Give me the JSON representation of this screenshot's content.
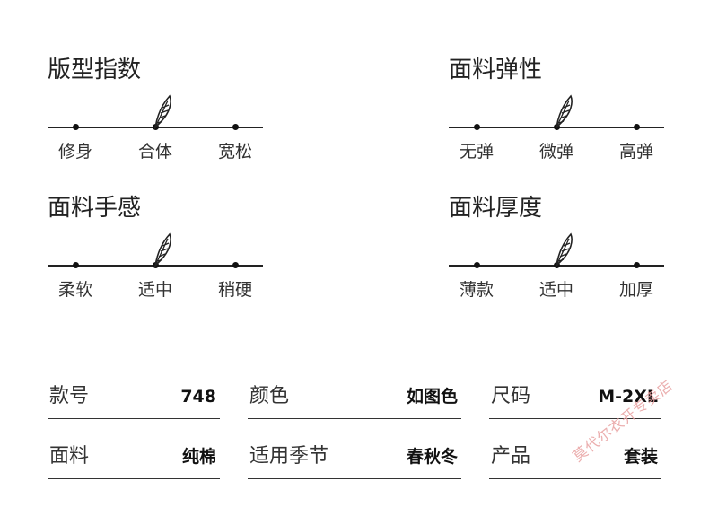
{
  "scales": [
    {
      "title": "版型指数",
      "labels": [
        "修身",
        "合体",
        "宽松"
      ],
      "selected": 1
    },
    {
      "title": "面料弹性",
      "labels": [
        "无弹",
        "微弹",
        "高弹"
      ],
      "selected": 1
    },
    {
      "title": "面料手感",
      "labels": [
        "柔软",
        "适中",
        "稍硬"
      ],
      "selected": 1
    },
    {
      "title": "面料厚度",
      "labels": [
        "薄款",
        "适中",
        "加厚"
      ],
      "selected": 1
    }
  ],
  "specs": {
    "row1": [
      {
        "key": "款号",
        "value": "748"
      },
      {
        "key": "颜色",
        "value": "如图色"
      },
      {
        "key": "尺码",
        "value": "M-2XL"
      }
    ],
    "row2": [
      {
        "key": "面料",
        "value": "纯棉"
      },
      {
        "key": "适用季节",
        "value": "春秋冬"
      },
      {
        "key": "产品",
        "value": "套装"
      }
    ]
  },
  "watermark": "莫代尔衣开专卖店",
  "icons": {
    "marker": "feather-icon"
  },
  "colors": {
    "text": "#222222",
    "line": "#222222",
    "watermark": "#e8a0a0"
  }
}
